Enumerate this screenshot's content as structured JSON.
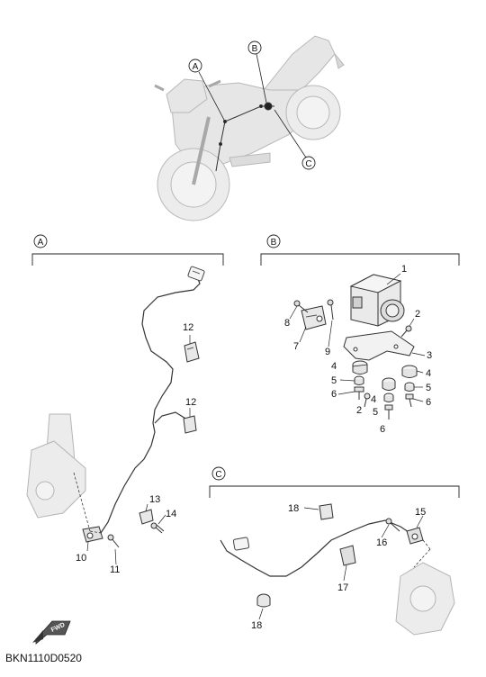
{
  "section_markers": [
    "A",
    "B",
    "C"
  ],
  "part_labels": {
    "p1": "1",
    "p2": "2",
    "p3": "3",
    "p4": "4",
    "p5": "5",
    "p6": "6",
    "p7": "7",
    "p8": "8",
    "p9": "9",
    "p10": "10",
    "p11": "11",
    "p12": "12",
    "p13": "13",
    "p14": "14",
    "p15": "15",
    "p16": "16",
    "p17": "17",
    "p18": "18"
  },
  "fwd_label": "FWD",
  "diagram_code": "BKN1110D0520"
}
